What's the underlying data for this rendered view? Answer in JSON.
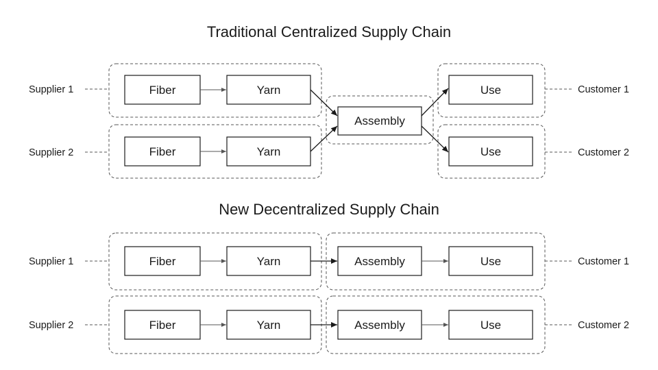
{
  "traditional": {
    "title": "Traditional Centralized Supply Chain",
    "supplier_1": "Supplier 1",
    "supplier_2": "Supplier 2",
    "customer_1": "Customer 1",
    "customer_2": "Customer 2",
    "fiber": "Fiber",
    "yarn": "Yarn",
    "assembly": "Assembly",
    "use": "Use"
  },
  "decentralized": {
    "title": "New Decentralized Supply Chain",
    "supplier_1": "Supplier 1",
    "supplier_2": "Supplier 2",
    "customer_1": "Customer 1",
    "customer_2": "Customer 2",
    "fiber": "Fiber",
    "yarn": "Yarn",
    "assembly": "Assembly",
    "use": "Use"
  },
  "colors": {
    "stroke": "#1a1a1a",
    "dashed": "#555555",
    "background": "#ffffff"
  }
}
